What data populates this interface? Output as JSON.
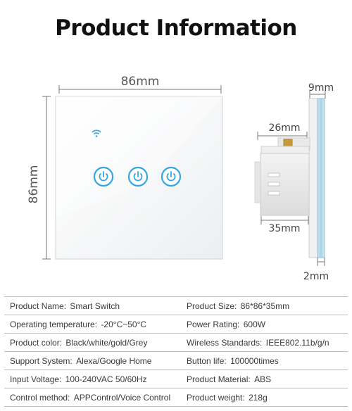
{
  "title": "Product Information",
  "dimensions": {
    "width": "86mm",
    "height": "86mm",
    "depth": "9mm",
    "box_height": "26mm",
    "box_depth": "35mm",
    "glass": "2mm"
  },
  "specs": [
    {
      "left_label": "Product Name",
      "left_sep": ":",
      "left_value": "Smart Switch",
      "right_label": "Product Size",
      "right_sep": ":",
      "right_value": "86*86*35mm"
    },
    {
      "left_label": "Operating temperature",
      "left_sep": ":",
      "left_value": "-20°C~50°C",
      "right_label": "Power Rating",
      "right_sep": ":",
      "right_value": "600W"
    },
    {
      "left_label": "Product color",
      "left_sep": ":",
      "left_value": "Black/white/gold/Grey",
      "right_label": "Wireless Standards",
      "right_sep": ":",
      "right_value": "IEEE802.11b/g/n"
    },
    {
      "left_label": "Support System",
      "left_sep": ":",
      "left_value": "Alexa/Google Home",
      "right_label": "Button life",
      "right_sep": ":",
      "right_value": "100000times"
    },
    {
      "left_label": "Input Voltage",
      "left_sep": ":",
      "left_value": "100-240VAC 50/60Hz",
      "right_label": "Product Material",
      "right_sep": ":",
      "right_value": "ABS"
    },
    {
      "left_label": "Control method",
      "left_sep": ":",
      "left_value": "APPControl/Voice Control",
      "right_label": "Product weight",
      "right_sep": ":",
      "right_value": "218g"
    }
  ],
  "colors": {
    "button_ring": "#35a6e0",
    "glass_edge": "#a8d2e6",
    "table_line": "#bdbdbd"
  },
  "icons": [
    "wifi-icon",
    "power-icon"
  ]
}
